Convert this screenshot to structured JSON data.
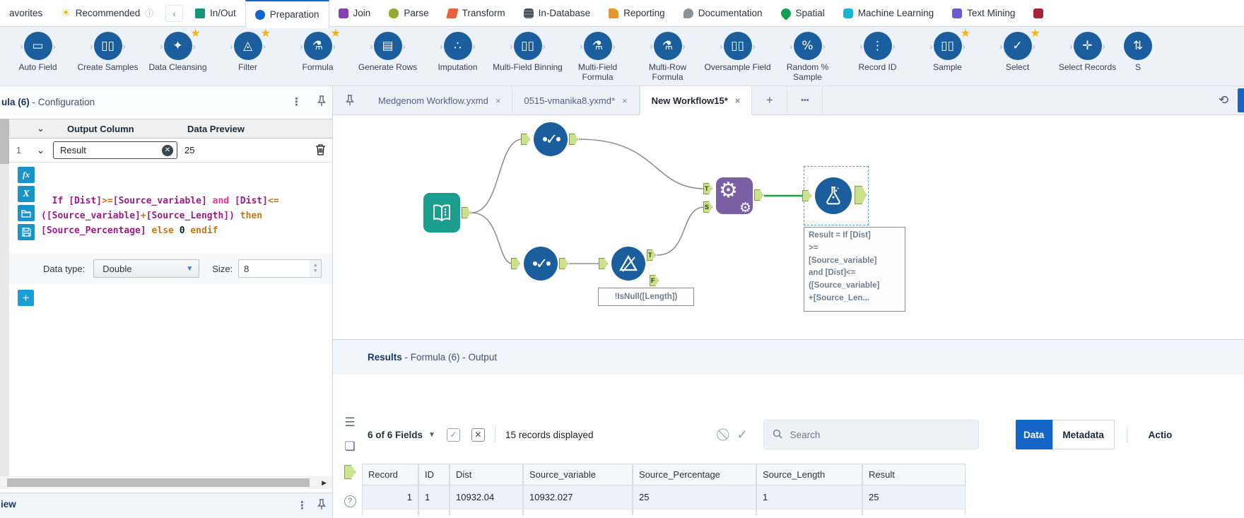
{
  "ribbon": {
    "items": [
      {
        "label": "avorites",
        "cls": "",
        "iconcls": "ic-none",
        "glyph": ""
      },
      {
        "label": "Recommended",
        "cls": "",
        "iconcls": "ic-sun",
        "glyph": "☀",
        "info": "ⓘ"
      },
      {
        "label": "‹",
        "cls": "scrollbtn",
        "iconcls": "ic-none",
        "glyph": ""
      },
      {
        "label": "In/Out",
        "cls": "",
        "iconcls": "ic-inout",
        "glyph": ""
      },
      {
        "label": "Preparation",
        "cls": "active",
        "iconcls": "ic-prep",
        "glyph": ""
      },
      {
        "label": "Join",
        "cls": "",
        "iconcls": "ic-join",
        "glyph": ""
      },
      {
        "label": "Parse",
        "cls": "",
        "iconcls": "ic-parse",
        "glyph": ""
      },
      {
        "label": "Transform",
        "cls": "",
        "iconcls": "ic-transform",
        "glyph": ""
      },
      {
        "label": "In-Database",
        "cls": "",
        "iconcls": "ic-indb",
        "glyph": ""
      },
      {
        "label": "Reporting",
        "cls": "",
        "iconcls": "ic-report",
        "glyph": ""
      },
      {
        "label": "Documentation",
        "cls": "",
        "iconcls": "ic-doc",
        "glyph": ""
      },
      {
        "label": "Spatial",
        "cls": "",
        "iconcls": "ic-spatial",
        "glyph": ""
      },
      {
        "label": "Machine Learning",
        "cls": "",
        "iconcls": "ic-ml",
        "glyph": ""
      },
      {
        "label": "Text Mining",
        "cls": "",
        "iconcls": "ic-textmining",
        "glyph": ""
      },
      {
        "label": "",
        "cls": "",
        "iconcls": "ic-maroon",
        "glyph": ""
      }
    ]
  },
  "palette": {
    "tools": [
      {
        "label": "Auto Field",
        "glyph": "▭",
        "starred": false,
        "cls": ""
      },
      {
        "label": "Create Samples",
        "glyph": "▯▯",
        "starred": false,
        "cls": ""
      },
      {
        "label": "Data Cleansing",
        "glyph": "✦",
        "starred": true,
        "cls": ""
      },
      {
        "label": "Filter",
        "glyph": "◬",
        "starred": true,
        "cls": ""
      },
      {
        "label": "Formula",
        "glyph": "⚗",
        "starred": true,
        "cls": ""
      },
      {
        "label": "Generate Rows",
        "glyph": "▤",
        "starred": false,
        "cls": ""
      },
      {
        "label": "Imputation",
        "glyph": "∴",
        "starred": false,
        "cls": ""
      },
      {
        "label": "Multi-Field Binning",
        "glyph": "▯▯",
        "starred": false,
        "cls": ""
      },
      {
        "label": "Multi-Field Formula",
        "glyph": "⚗",
        "starred": false,
        "cls": ""
      },
      {
        "label": "Multi-Row Formula",
        "glyph": "⚗",
        "starred": false,
        "cls": ""
      },
      {
        "label": "Oversample Field",
        "glyph": "▯▯",
        "starred": false,
        "cls": ""
      },
      {
        "label": "Random % Sample",
        "glyph": "%",
        "starred": false,
        "cls": ""
      },
      {
        "label": "Record ID",
        "glyph": "⋮",
        "starred": false,
        "cls": ""
      },
      {
        "label": "Sample",
        "glyph": "▯▯",
        "starred": true,
        "cls": ""
      },
      {
        "label": "Select",
        "glyph": "✓",
        "starred": true,
        "cls": ""
      },
      {
        "label": "Select Records",
        "glyph": "✛",
        "starred": false,
        "cls": ""
      },
      {
        "label": "S",
        "glyph": "⇅",
        "starred": false,
        "cls": "partial"
      }
    ]
  },
  "config": {
    "title_bold": "ula (6)",
    "title_rest": "- Configuration",
    "grid": {
      "col_output": "Output Column",
      "col_preview": "Data Preview",
      "row_num": "1",
      "output_value": "Result",
      "preview_value": "25"
    },
    "formula_tokens": [
      {
        "t": "If ",
        "c": "tk-id"
      },
      {
        "t": "[Dist]",
        "c": "tk-id"
      },
      {
        "t": ">=",
        "c": "tk-op"
      },
      {
        "t": "[Source_variable] ",
        "c": "tk-id"
      },
      {
        "t": "and",
        "c": "tk-and"
      },
      {
        "t": " [Dist]",
        "c": "tk-id"
      },
      {
        "t": "<=",
        "c": "tk-op"
      },
      {
        "t": "\n([Source_variable]",
        "c": "tk-id"
      },
      {
        "t": "+",
        "c": "tk-op"
      },
      {
        "t": "[Source_Length]) ",
        "c": "tk-id"
      },
      {
        "t": "then",
        "c": "tk-kw"
      },
      {
        "t": "\n[Source_Percentage] ",
        "c": "tk-id"
      },
      {
        "t": "else",
        "c": "tk-kw"
      },
      {
        "t": " ",
        "c": "tk-id"
      },
      {
        "t": "0",
        "c": "tk-num"
      },
      {
        "t": " ",
        "c": "tk-id"
      },
      {
        "t": "endif",
        "c": "tk-kw"
      }
    ],
    "datatype_label": "Data type:",
    "datatype_value": "Double",
    "size_label": "Size:",
    "size_value": "8",
    "add_label": "+"
  },
  "doc_tabs": {
    "tabs": [
      {
        "label": "Medgenom Workflow.yxmd",
        "close": "×"
      },
      {
        "label": "0515-vmanika8.yxmd*",
        "close": "×"
      },
      {
        "label": "New Workflow15*",
        "close": "×"
      }
    ],
    "add": "+",
    "more": "•••",
    "history": "⟲"
  },
  "canvas": {
    "anchors": {
      "t": "T",
      "s": "S",
      "f": "F"
    },
    "isnull_annotation": "!IsNull([Length])",
    "formula_annotation": [
      "Result = If [Dist]",
      ">=",
      "[Source_variable]",
      "and [Dist]<=",
      "([Source_variable]",
      "+[Source_Len..."
    ]
  },
  "results": {
    "title_bold": "Results",
    "title_rest": "- Formula (6) - Output",
    "fields": "6 of 6 Fields",
    "records": "15 records displayed",
    "search_placeholder": "Search",
    "data_label": "Data",
    "metadata_label": "Metadata",
    "actions_label": "Actio",
    "table": {
      "headers": [
        "Record",
        "ID",
        "Dist",
        "Source_variable",
        "Source_Percentage",
        "Source_Length",
        "Result"
      ],
      "row1": [
        "1",
        "1",
        "10932.04",
        "10932.027",
        "25",
        "1",
        "25"
      ]
    }
  },
  "bottom_panel": {
    "title": "iew"
  }
}
